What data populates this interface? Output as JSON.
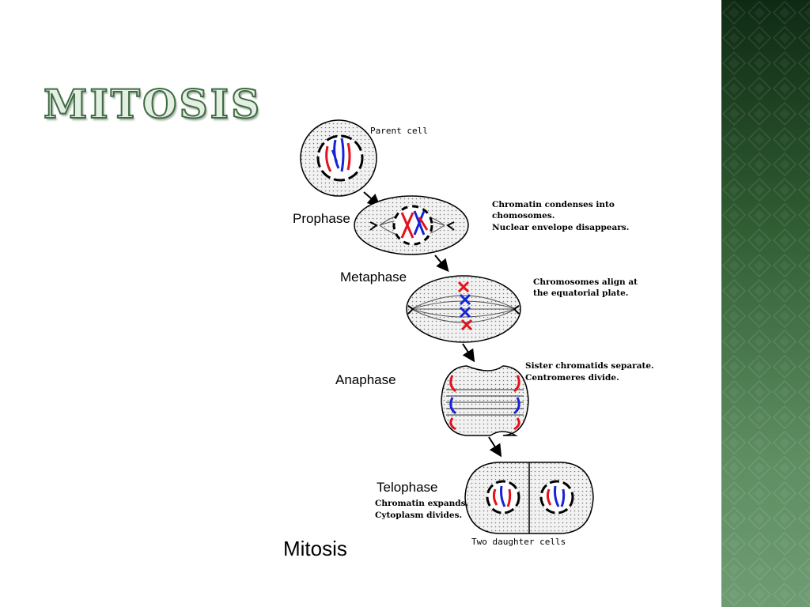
{
  "slide": {
    "title": "MITOSIS"
  },
  "diagram": {
    "parent_cell_label": "Parent cell",
    "prophase": {
      "label": "Prophase",
      "note_line1": "Chromatin condenses into",
      "note_line2": "chomosomes.",
      "note_line3": "Nuclear envelope disappears."
    },
    "metaphase": {
      "label": "Metaphase",
      "note_line1": "Chromosomes align at",
      "note_line2": "the equatorial plate."
    },
    "anaphase": {
      "label": "Anaphase",
      "note_line1": "Sister chromatids separate.",
      "note_line2": "Centromeres divide."
    },
    "telophase": {
      "label": "Telophase",
      "note_line1": "Chromatin expands.",
      "note_line2": "Cytoplasm divides."
    },
    "daughter_cells_label": "Two daughter cells",
    "caption": "Mitosis"
  },
  "colors": {
    "chromosome_red": "#e3121c",
    "chromosome_blue": "#1524d6",
    "sidebar_dark": "#0f2a14",
    "sidebar_light": "#6f9c72",
    "title_outline": "#3e6b42"
  }
}
